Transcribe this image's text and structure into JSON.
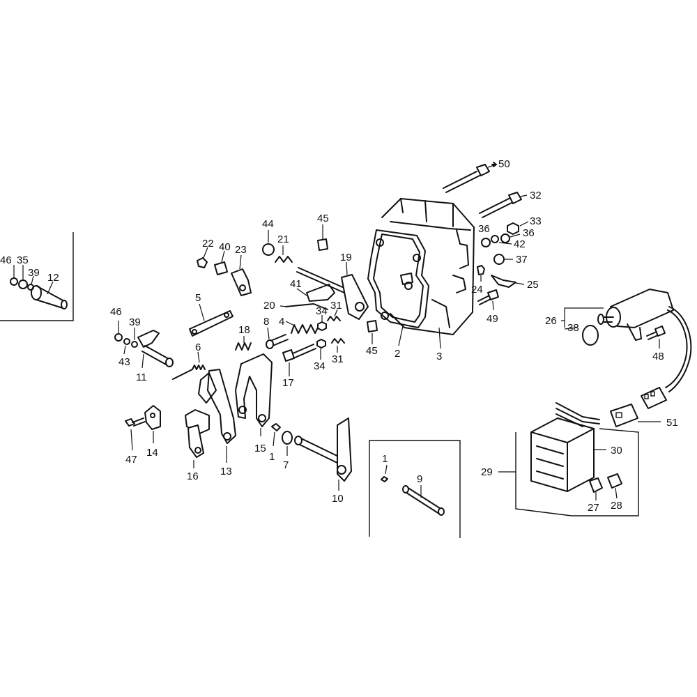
{
  "callouts": {
    "c1a": "1",
    "c1b": "1",
    "c2": "2",
    "c3": "3",
    "c4": "4",
    "c5": "5",
    "c6": "6",
    "c7": "7",
    "c8": "8",
    "c9": "9",
    "c10": "10",
    "c11": "11",
    "c12": "12",
    "c13": "13",
    "c14": "14",
    "c15": "15",
    "c16": "16",
    "c17": "17",
    "c18": "18",
    "c19": "19",
    "c20": "20",
    "c21": "21",
    "c22": "22",
    "c23": "23",
    "c24": "24",
    "c25": "25",
    "c26": "26",
    "c27": "27",
    "c28": "28",
    "c29": "29",
    "c30": "30",
    "c31a": "31",
    "c31b": "31",
    "c32": "32",
    "c33": "33",
    "c34a": "34",
    "c34b": "34",
    "c35": "35",
    "c36a": "36",
    "c36b": "36",
    "c37": "37",
    "c38": "38",
    "c39a": "39",
    "c39b": "39",
    "c40": "40",
    "c41": "41",
    "c42": "42",
    "c43": "43",
    "c44": "44",
    "c45a": "45",
    "c45b": "45",
    "c46a": "46",
    "c46b": "46",
    "c47": "47",
    "c48": "48",
    "c49": "49",
    "c50": "50",
    "c51": "51"
  }
}
